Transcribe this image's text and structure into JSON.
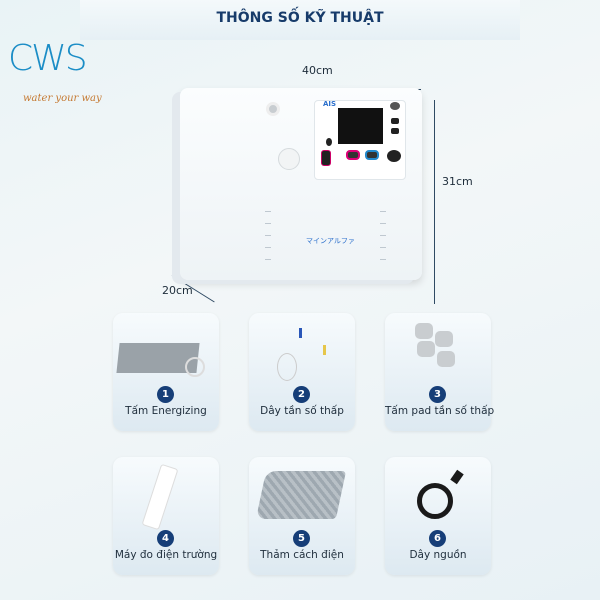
{
  "title": "THÔNG SỐ KỸ THUẬT",
  "logo": {
    "text": "CWS",
    "tagline": "water your way",
    "primary_color": "#1b8dc6",
    "tagline_color": "#c57a34"
  },
  "dimensions": {
    "width": "40cm",
    "height": "31cm",
    "depth": "20cm"
  },
  "device": {
    "brand": "AIS",
    "product_name": "マインアルファ"
  },
  "accent_color": "#163e78",
  "items": [
    {
      "number": "1",
      "label": "Tấm Energizing"
    },
    {
      "number": "2",
      "label": "Dây tần số thấp"
    },
    {
      "number": "3",
      "label": "Tấm pad tần số thấp"
    },
    {
      "number": "4",
      "label": "Máy đo điện trường"
    },
    {
      "number": "5",
      "label": "Thảm cách điện"
    },
    {
      "number": "6",
      "label": "Dây nguồn"
    }
  ]
}
